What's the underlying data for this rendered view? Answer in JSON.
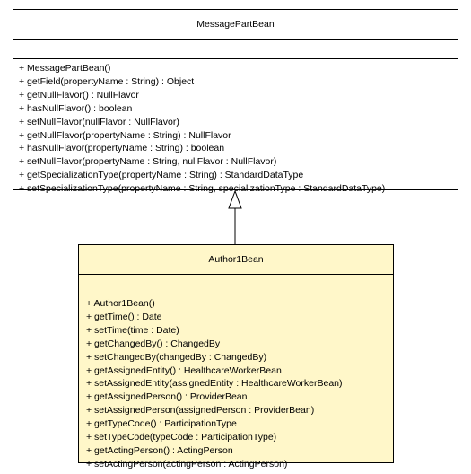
{
  "parent_class": {
    "name": "MessagePartBean",
    "operations": [
      "+ MessagePartBean()",
      "+ getField(propertyName : String) : Object",
      "+ getNullFlavor() : NullFlavor",
      "+ hasNullFlavor() : boolean",
      "+ setNullFlavor(nullFlavor : NullFlavor)",
      "+ getNullFlavor(propertyName : String) : NullFlavor",
      "+ hasNullFlavor(propertyName : String) : boolean",
      "+ setNullFlavor(propertyName : String, nullFlavor : NullFlavor)",
      "+ getSpecializationType(propertyName : String) : StandardDataType",
      "+ setSpecializationType(propertyName : String, specializationType : StandardDataType)"
    ]
  },
  "child_class": {
    "name": "Author1Bean",
    "operations": [
      "+ Author1Bean()",
      "+ getTime() : Date",
      "+ setTime(time : Date)",
      "+ getChangedBy() : ChangedBy",
      "+ setChangedBy(changedBy : ChangedBy)",
      "+ getAssignedEntity() : HealthcareWorkerBean",
      "+ setAssignedEntity(assignedEntity : HealthcareWorkerBean)",
      "+ getAssignedPerson() : ProviderBean",
      "+ setAssignedPerson(assignedPerson : ProviderBean)",
      "+ getTypeCode() : ParticipationType",
      "+ setTypeCode(typeCode : ParticipationType)",
      "+ getActingPerson() : ActingPerson",
      "+ setActingPerson(actingPerson : ActingPerson)"
    ]
  },
  "relationship": {
    "type": "generalization",
    "from": "Author1Bean",
    "to": "MessagePartBean"
  },
  "colors": {
    "parent_fill": "#ffffff",
    "child_fill": "#fff7c9",
    "stroke": "#000000"
  }
}
